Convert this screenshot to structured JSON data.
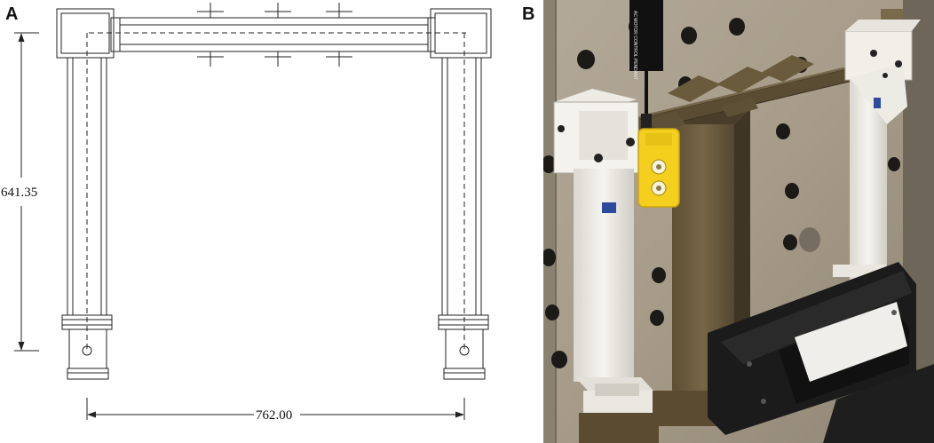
{
  "panels": {
    "a": {
      "label": "A"
    },
    "b": {
      "label": "B"
    }
  },
  "drawing": {
    "height_dimension": "641.35",
    "width_dimension": "762.00"
  },
  "photo": {
    "pendant_tag_text": "AC MOTOR CONTROL PENDANT"
  },
  "colors": {
    "concrete_wall": "#a89d8c",
    "steel_column": "#f2f1ec",
    "pendant_yellow": "#f4cf1e",
    "rust_steel": "#6b5a3c",
    "black_plates": "#1b1b1b"
  }
}
